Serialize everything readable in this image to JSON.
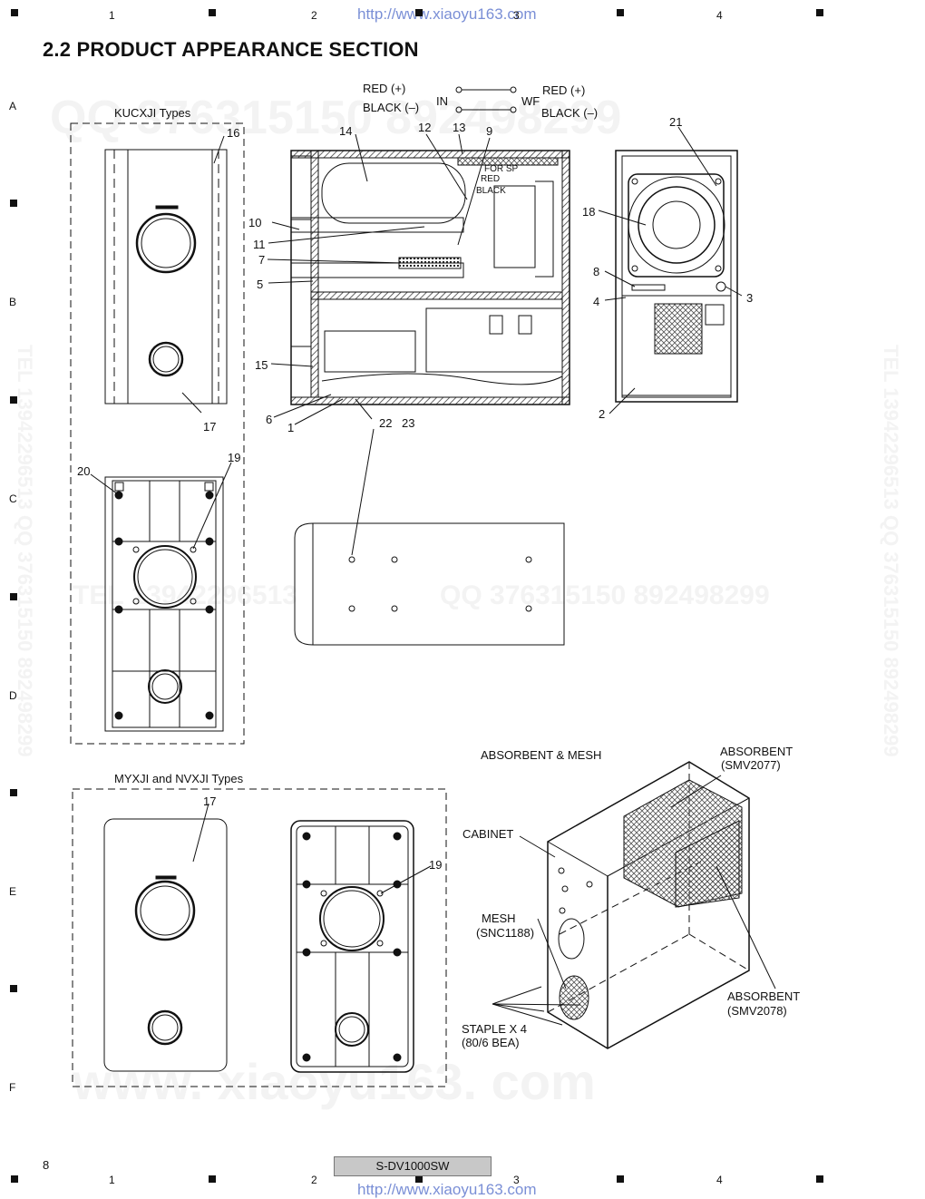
{
  "header": {
    "section_title": "2.2  PRODUCT APPEARANCE SECTION",
    "url_top": "http://www.xiaoyu163.com",
    "url_bottom": "http://www.xiaoyu163.com"
  },
  "grid": {
    "columns": [
      "1",
      "2",
      "3",
      "4"
    ],
    "rows": [
      "A",
      "B",
      "C",
      "D",
      "E",
      "F"
    ]
  },
  "wiring": {
    "in_label": "IN",
    "wf_label": "WF",
    "left_red": "RED  (+)",
    "left_black": "BLACK (–)",
    "right_red": "RED  (+)",
    "right_black": "BLACK (–)"
  },
  "groups": {
    "kucxji": "KUCXJI Types",
    "myxji": "MYXJI and NVXJI Types",
    "absorbent_mesh": "ABSORBENT & MESH"
  },
  "cabinet_labels": {
    "for_sp": "FOR SP",
    "red": "RED",
    "black": "BLACK"
  },
  "callouts": {
    "absorbent_top": "ABSORBENT",
    "absorbent_top_code": "(SMV2077)",
    "cabinet": "CABINET",
    "mesh": "MESH",
    "mesh_code": "(SNC1188)",
    "staple": "STAPLE X 4",
    "staple_code": "(80/6 BEA)",
    "absorbent_bottom": "ABSORBENT",
    "absorbent_bottom_code": "(SMV2078)"
  },
  "part_numbers": {
    "p1": "1",
    "p2": "2",
    "p3": "3",
    "p4": "4",
    "p5": "5",
    "p6": "6",
    "p7": "7",
    "p8": "8",
    "p9": "9",
    "p10": "10",
    "p11": "11",
    "p12": "12",
    "p13": "13",
    "p14": "14",
    "p15": "15",
    "p16": "16",
    "p17": "17",
    "p18": "18",
    "p19": "19",
    "p20": "20",
    "p21": "21",
    "p22": "22",
    "p23": "23"
  },
  "watermarks": {
    "qq_top": "QQ 376315150  892498299",
    "qq_mid": "QQ  376315150  892498299",
    "tel_mid": "TEL 13942296513",
    "site_bottom": "www. xiaoyu163. com",
    "tel_side": "TEL 13942296513  QQ 376315150  892498299"
  },
  "footer": {
    "page_number": "8",
    "model": "S-DV1000SW"
  }
}
